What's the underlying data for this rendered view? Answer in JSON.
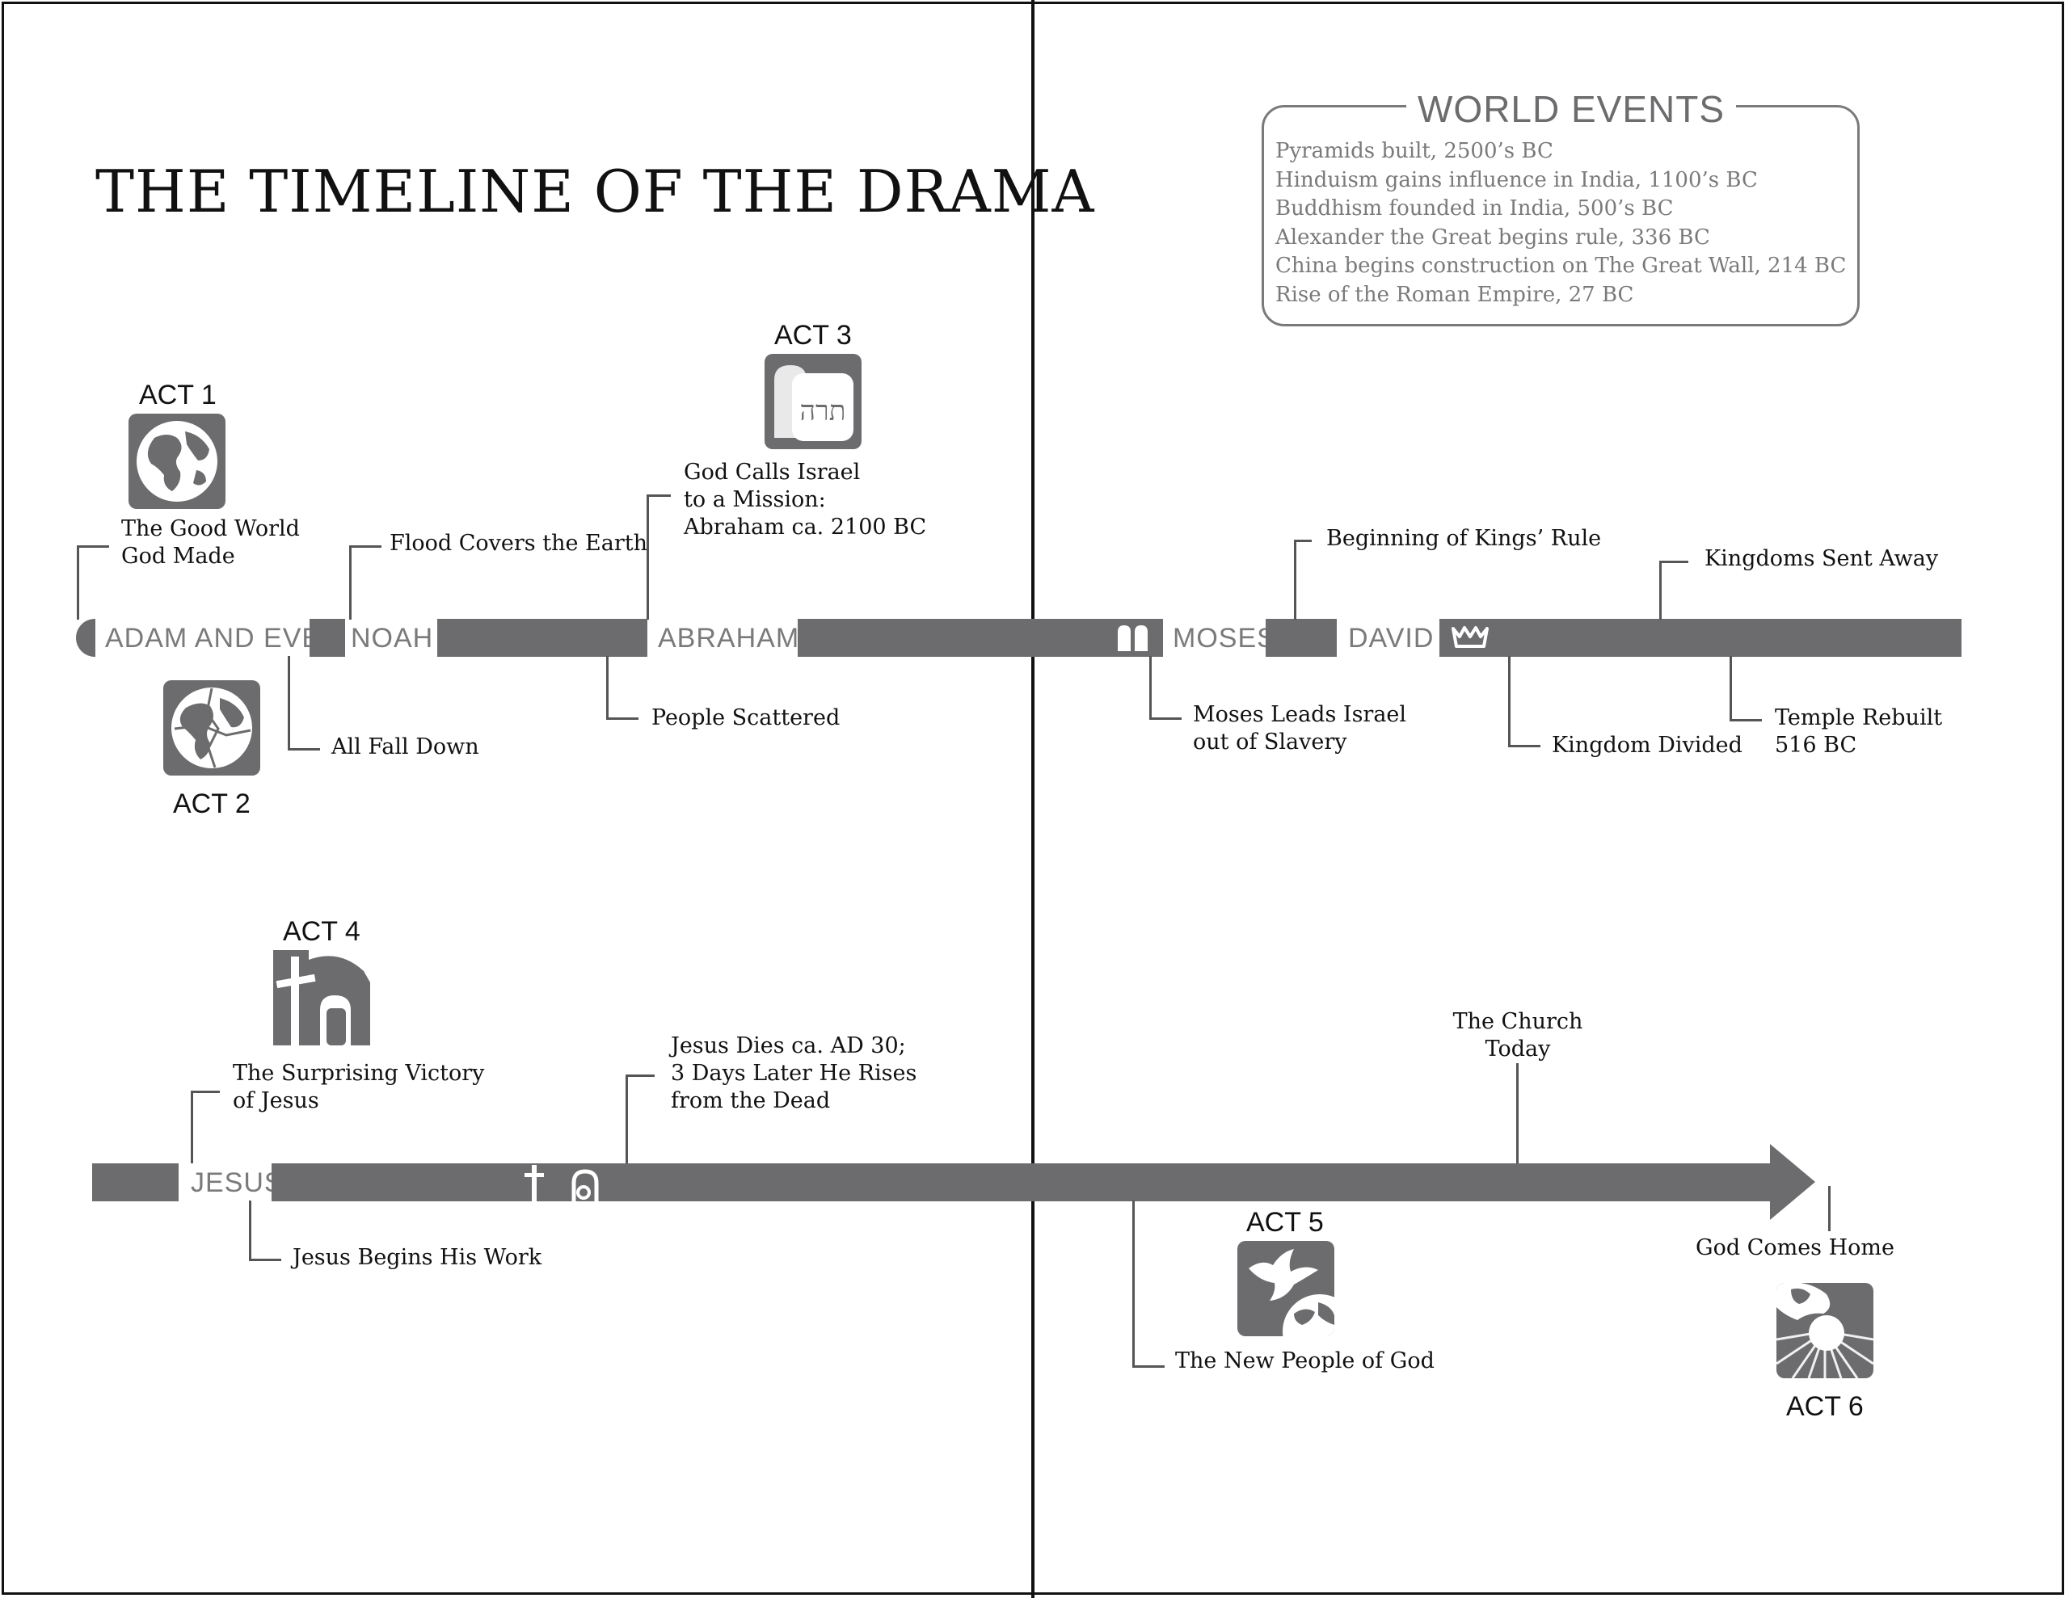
{
  "title": "THE TIMELINE OF THE DRAMA",
  "world_events": {
    "heading": "WORLD EVENTS",
    "items": [
      "Pyramids built, 2500’s BC",
      "Hinduism gains influence in India, 1100’s BC",
      "Buddhism founded in India, 500’s BC",
      "Alexander the Great begins rule, 336 BC",
      "China begins construction on The Great Wall, 214 BC",
      "Rise of the Roman Empire, 27 BC"
    ]
  },
  "acts": {
    "act1": "ACT 1",
    "act2": "ACT 2",
    "act3": "ACT 3",
    "act4": "ACT 4",
    "act5": "ACT 5",
    "act6": "ACT 6"
  },
  "segments": {
    "adam_and_eve": "ADAM AND EVE",
    "noah": "NOAH",
    "abraham": "ABRAHAM",
    "moses": "MOSES",
    "david": "DAVID",
    "jesus": "JESUS"
  },
  "events": {
    "good_world": [
      "The Good World",
      "God Made"
    ],
    "all_fall_down": [
      "All Fall Down"
    ],
    "flood": [
      "Flood Covers the Earth"
    ],
    "people_scattered": [
      "People Scattered"
    ],
    "god_calls_israel": [
      "God Calls Israel",
      "to a Mission:",
      "Abraham ca. 2100 BC"
    ],
    "moses_leads": [
      "Moses Leads Israel",
      "out of Slavery"
    ],
    "kings_rule": [
      "Beginning of Kings’ Rule"
    ],
    "kingdom_divided": [
      "Kingdom Divided"
    ],
    "kingdoms_sent_away": [
      "Kingdoms Sent Away"
    ],
    "temple_rebuilt": [
      "Temple Rebuilt",
      "516 BC"
    ],
    "surprising_victory": [
      "The Surprising Victory",
      "of Jesus"
    ],
    "jesus_begins": [
      "Jesus Begins His Work"
    ],
    "jesus_dies": [
      "Jesus Dies ca. AD 30;",
      "3 Days Later He Rises",
      "from the Dead"
    ],
    "church_today": [
      "The Church",
      "Today"
    ],
    "new_people": [
      "The New People of God"
    ],
    "god_comes_home": [
      "God Comes Home"
    ]
  },
  "icons": {
    "act1": "globe-icon",
    "act2": "broken-globe-icon",
    "act3": "torah-tablet-icon",
    "act4": "cross-and-tomb-icon",
    "act5": "dove-and-globe-icon",
    "act6": "radiant-globe-icon",
    "moses_marker": "stone-tablets-icon",
    "david_marker": "crown-icon",
    "cross_marker": "cross-icon",
    "tomb_marker": "empty-tomb-icon"
  },
  "colors": {
    "bar": "#6c6c6e",
    "muted_text": "#7a7a7c",
    "ink": "#111111"
  }
}
